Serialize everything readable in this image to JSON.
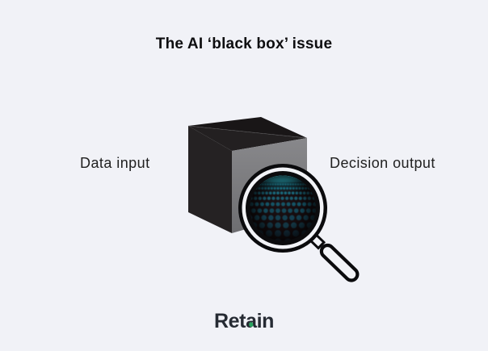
{
  "title": "The AI ‘black box’ issue",
  "diagram": {
    "left_label": "Data input",
    "right_label": "Decision output",
    "box_icon": "black-box-cube",
    "magnifier_icon": "magnifying-glass"
  },
  "footer": {
    "logo_pre": "Ret",
    "logo_a": "a",
    "logo_post": "in"
  },
  "colors": {
    "bg": "#f1f2f7",
    "title_color": "#0e0e10",
    "label_color": "#212121",
    "cube_top_back": "#191617",
    "cube_top_front": "#232021",
    "cube_left": "#252223",
    "cube_right_top": "#88888b",
    "cube_right_bottom": "#6e6e71",
    "ring": "#0b0b0d",
    "gap_fill": "#f2f3f7",
    "handle_fill": "#f2f3f7",
    "lens_center": "#1c1013",
    "lens_edge": "#0b0607",
    "dot_bright": "#49dff0",
    "dot_mid": "#1b93ab",
    "dot_dark": "#0d3c52",
    "glow": "#36d9e9",
    "logo_color": "#262b33",
    "logo_dot": "#2aa35f"
  }
}
